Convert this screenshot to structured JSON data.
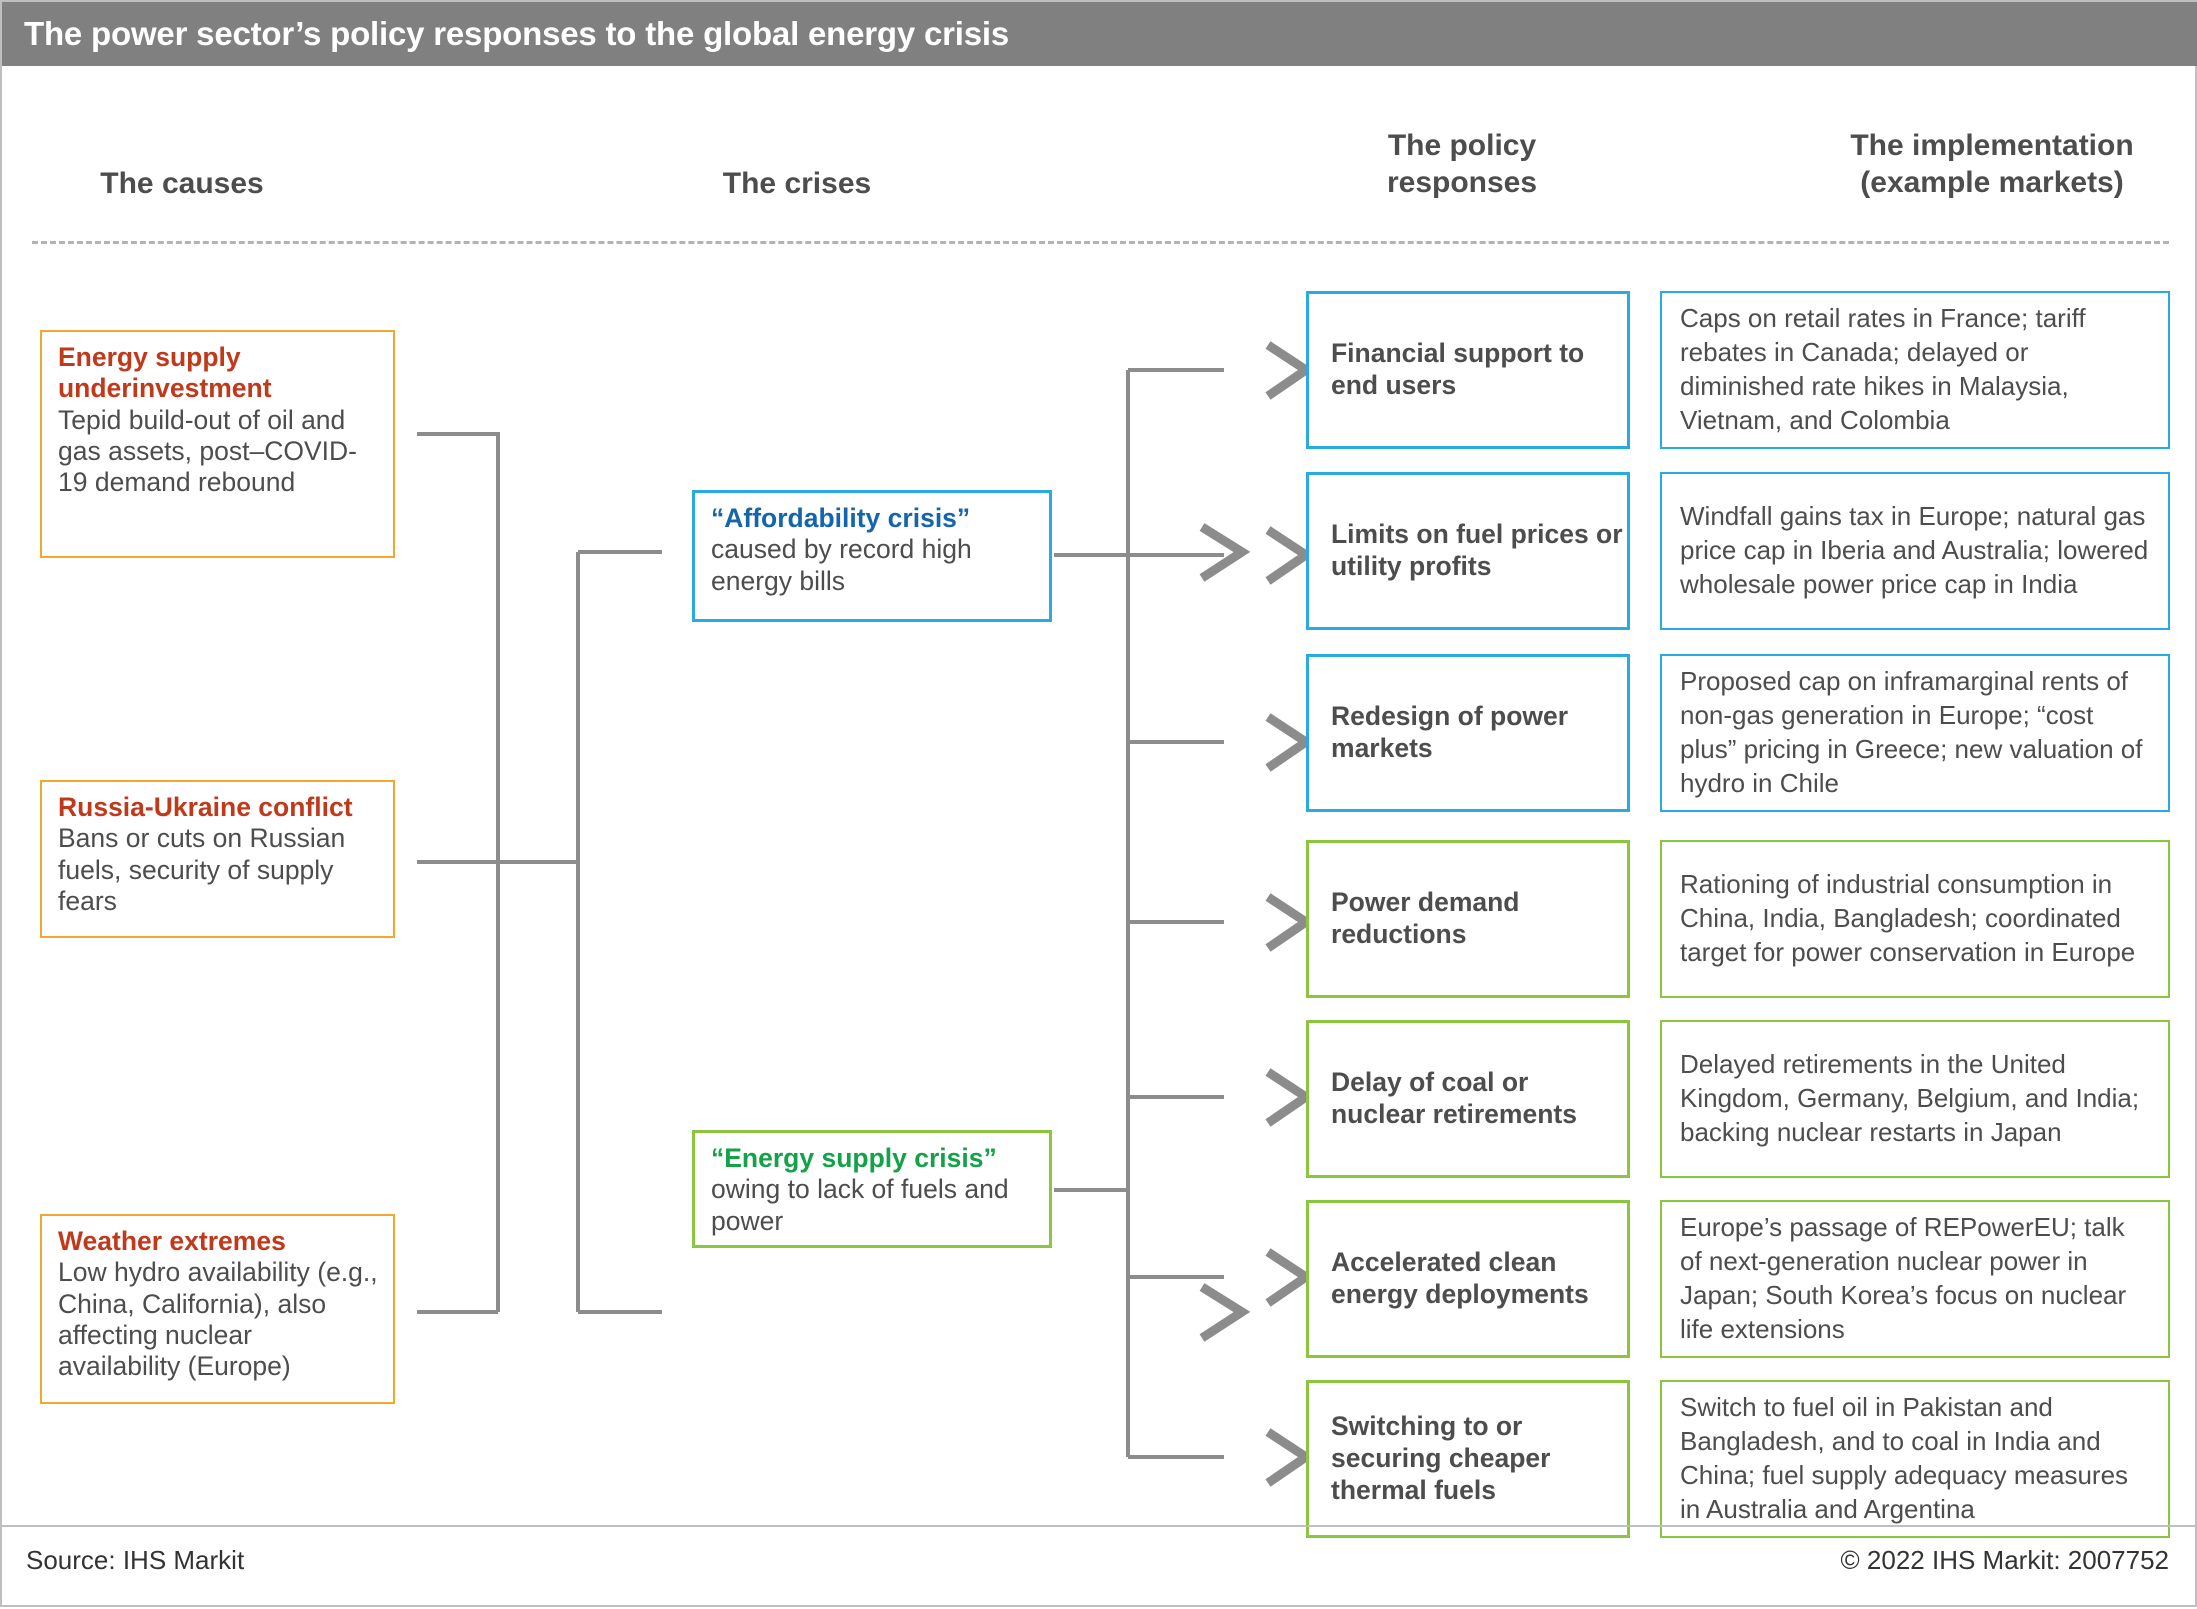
{
  "header": {
    "title": "The power sector’s policy responses to the global energy crisis"
  },
  "columns": {
    "causes": "The causes",
    "crises": "The crises",
    "policy_line1": "The policy",
    "policy_line2": "responses",
    "implementation_line1": "The implementation",
    "implementation_line2": "(example markets)"
  },
  "colors": {
    "title_bar": "#808080",
    "cause_border": "#f0a92e",
    "cause_heading": "#c0391b",
    "blue_border": "#29abe2",
    "blue_heading": "#1565ad",
    "green_border": "#8cc63f",
    "green_heading": "#13a24a",
    "body_text": "#4d4d4d",
    "connector": "#8c8c8c"
  },
  "causes": [
    {
      "heading": "Energy supply underinvestment",
      "body": "Tepid build-out of oil and gas assets, post–COVID-19 demand rebound"
    },
    {
      "heading": "Russia-Ukraine conflict",
      "body": "Bans or cuts on Russian fuels, security of supply fears"
    },
    {
      "heading": "Weather extremes",
      "body": "Low hydro availability (e.g., China, California), also affecting nuclear availability (Europe)"
    }
  ],
  "crises": [
    {
      "heading": "“Affordability crisis”",
      "body": "caused by record high energy bills"
    },
    {
      "heading": "“Energy supply crisis”",
      "body": "owing to lack of fuels and power"
    }
  ],
  "policies": [
    {
      "label": "Financial support to end users",
      "implementation": "Caps on retail rates in France; tariff rebates in Canada; delayed or diminished rate hikes in Malaysia, Vietnam, and Colombia"
    },
    {
      "label": "Limits on fuel prices or utility profits",
      "implementation": "Windfall gains tax in Europe; natural gas price cap in Iberia and Australia; lowered wholesale power price cap in India"
    },
    {
      "label": "Redesign of power markets",
      "implementation": "Proposed cap on inframarginal rents of non-gas generation in Europe; “cost plus” pricing in Greece; new valuation of hydro in Chile"
    },
    {
      "label": "Power demand reductions",
      "implementation": "Rationing of industrial consumption in China, India, Bangladesh; coordinated target for power conservation in Europe"
    },
    {
      "label": "Delay of coal or nuclear retirements",
      "implementation": "Delayed retirements in the United Kingdom, Germany, Belgium, and India; backing nuclear restarts in Japan"
    },
    {
      "label": "Accelerated clean energy deployments",
      "implementation": "Europe’s passage of REPowerEU; talk of next-generation nuclear power in Japan; South Korea’s focus on nuclear life extensions"
    },
    {
      "label": "Switching to or securing cheaper thermal fuels",
      "implementation": "Switch to fuel oil in Pakistan and Bangladesh, and to coal in India and China; fuel supply adequacy measures in Australia and Argentina"
    }
  ],
  "footer": {
    "source": "Source: IHS Markit",
    "copyright": "© 2022 IHS Markit: 2007752"
  }
}
